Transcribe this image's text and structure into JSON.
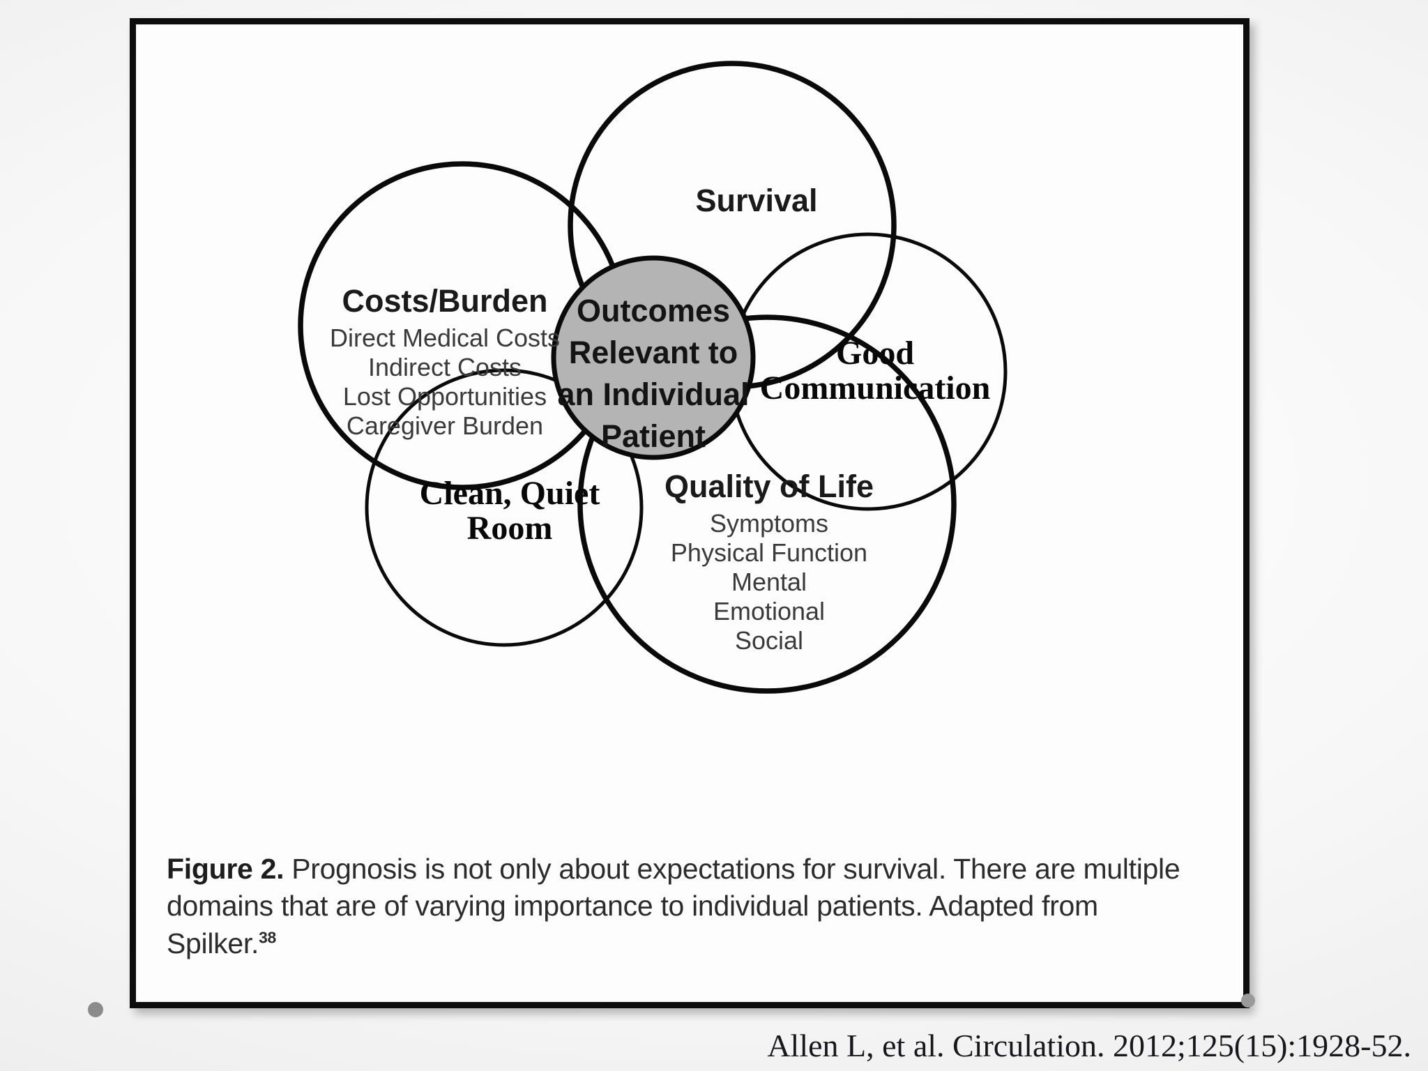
{
  "slide": {
    "citation": "Allen L, et al. Circulation. 2012;125(15):1928-52."
  },
  "figure": {
    "caption_figure_number": "Figure 2.",
    "caption_text": " Prognosis is not only about expectations for survival. There are multiple domains that are of varying importance to individual patients. Adapted from Spilker.",
    "caption_superscript": "38"
  },
  "diagram": {
    "type": "venn",
    "center": {
      "line1": "Outcomes",
      "line2": "Relevant to",
      "line3": "an Individual",
      "line4": "Patient",
      "fill_color": "#b4b4b4"
    },
    "domains": [
      {
        "key": "survival",
        "title": "Survival",
        "items": [],
        "style": "original"
      },
      {
        "key": "costs_burden",
        "title": "Costs/Burden",
        "items": [
          "Direct Medical Costs",
          "Indirect Costs",
          "Lost Opportunities",
          "Caregiver Burden"
        ],
        "style": "original"
      },
      {
        "key": "quality_of_life",
        "title": "Quality of Life",
        "items": [
          "Symptoms",
          "Physical Function",
          "Mental",
          "Emotional",
          "Social"
        ],
        "style": "original"
      },
      {
        "key": "good_communication",
        "title_line1": "Good",
        "title_line2": "Communication",
        "items": [],
        "style": "annotation"
      },
      {
        "key": "clean_quiet_room",
        "title_line1": "Clean, Quiet",
        "title_line2": "Room",
        "items": [],
        "style": "annotation"
      }
    ]
  }
}
